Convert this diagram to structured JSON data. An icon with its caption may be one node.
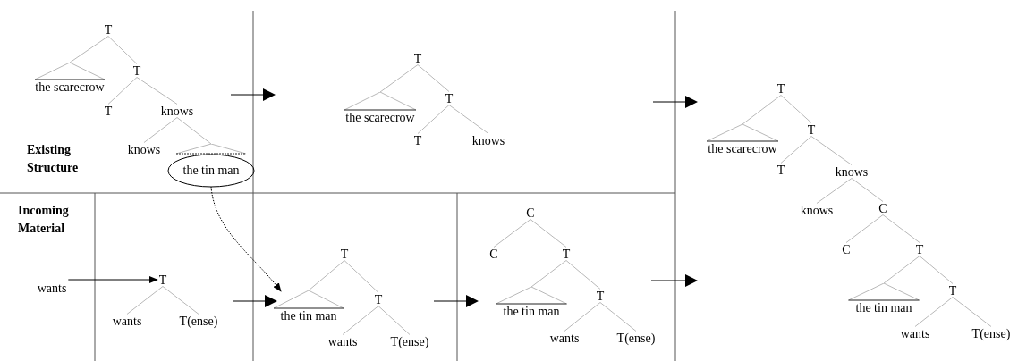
{
  "diagram": {
    "nodes": [
      {
        "text": [
          "T"
        ]
      },
      {
        "text": [
          "the scarecrow"
        ]
      },
      {
        "text": [
          "T"
        ]
      },
      {
        "text": [
          "T"
        ]
      },
      {
        "text": [
          "knows"
        ]
      },
      {
        "text": [
          "knows"
        ]
      },
      {
        "text": [
          "the tin man"
        ]
      },
      {
        "text": [
          "T"
        ]
      },
      {
        "text": [
          "the scarecrow"
        ]
      },
      {
        "text": [
          "T"
        ]
      },
      {
        "text": [
          "T"
        ]
      },
      {
        "text": [
          "knows"
        ]
      },
      {
        "text": [
          "wants"
        ]
      },
      {
        "text": [
          "T"
        ]
      },
      {
        "text": [
          "wants"
        ]
      },
      {
        "text": [
          "T(ense)"
        ]
      },
      {
        "text": [
          "T"
        ]
      },
      {
        "text": [
          "the tin man"
        ]
      },
      {
        "text": [
          "T"
        ]
      },
      {
        "text": [
          "wants"
        ]
      },
      {
        "text": [
          "T(ense)"
        ]
      },
      {
        "text": [
          "C"
        ]
      },
      {
        "text": [
          "C"
        ]
      },
      {
        "text": [
          "T"
        ]
      },
      {
        "text": [
          "the tin man"
        ]
      },
      {
        "text": [
          "T"
        ]
      },
      {
        "text": [
          "wants"
        ]
      },
      {
        "text": [
          "T(ense)"
        ]
      },
      {
        "text": [
          "T"
        ]
      },
      {
        "text": [
          "the scarecrow"
        ]
      },
      {
        "text": [
          "T"
        ]
      },
      {
        "text": [
          "T"
        ]
      },
      {
        "text": [
          "knows"
        ]
      },
      {
        "text": [
          "knows"
        ]
      },
      {
        "text": [
          "C"
        ]
      },
      {
        "text": [
          "C"
        ]
      },
      {
        "text": [
          "T"
        ]
      },
      {
        "text": [
          "the tin man"
        ]
      },
      {
        "text": [
          "T"
        ]
      },
      {
        "text": [
          "wants"
        ]
      },
      {
        "text": [
          "T(ense)"
        ]
      }
    ],
    "edges": [
      {
        "from": 0,
        "to": 1,
        "arrow": "none"
      },
      {
        "from": 0,
        "to": 2,
        "arrow": "none"
      },
      {
        "from": 2,
        "to": 3,
        "arrow": "none"
      },
      {
        "from": 2,
        "to": 4,
        "arrow": "none"
      },
      {
        "from": 4,
        "to": 5,
        "arrow": "none"
      },
      {
        "from": 4,
        "to": 6,
        "arrow": "none"
      },
      {
        "from": 7,
        "to": 8,
        "arrow": "none"
      },
      {
        "from": 7,
        "to": 9,
        "arrow": "none"
      },
      {
        "from": 9,
        "to": 10,
        "arrow": "none"
      },
      {
        "from": 9,
        "to": 11,
        "arrow": "none"
      },
      {
        "from": 13,
        "to": 14,
        "arrow": "none"
      },
      {
        "from": 13,
        "to": 15,
        "arrow": "none"
      },
      {
        "from": 16,
        "to": 17,
        "arrow": "none"
      },
      {
        "from": 16,
        "to": 18,
        "arrow": "none"
      },
      {
        "from": 18,
        "to": 19,
        "arrow": "none"
      },
      {
        "from": 18,
        "to": 20,
        "arrow": "none"
      },
      {
        "from": 21,
        "to": 22,
        "arrow": "none"
      },
      {
        "from": 21,
        "to": 23,
        "arrow": "none"
      },
      {
        "from": 23,
        "to": 24,
        "arrow": "none"
      },
      {
        "from": 23,
        "to": 25,
        "arrow": "none"
      },
      {
        "from": 25,
        "to": 26,
        "arrow": "none"
      },
      {
        "from": 25,
        "to": 27,
        "arrow": "none"
      },
      {
        "from": 28,
        "to": 29,
        "arrow": "none"
      },
      {
        "from": 28,
        "to": 30,
        "arrow": "none"
      },
      {
        "from": 30,
        "to": 31,
        "arrow": "none"
      },
      {
        "from": 30,
        "to": 32,
        "arrow": "none"
      },
      {
        "from": 32,
        "to": 33,
        "arrow": "none"
      },
      {
        "from": 32,
        "to": 34,
        "arrow": "none"
      },
      {
        "from": 34,
        "to": 35,
        "arrow": "none"
      },
      {
        "from": 34,
        "to": 36,
        "arrow": "none"
      },
      {
        "from": 36,
        "to": 37,
        "arrow": "none"
      },
      {
        "from": 36,
        "to": 38,
        "arrow": "none"
      },
      {
        "from": 38,
        "to": 39,
        "arrow": "none"
      },
      {
        "from": 38,
        "to": 40,
        "arrow": "none"
      },
      {
        "from": 6,
        "to": 17,
        "arrow": "to",
        "style": "dashed",
        "color": "#000000"
      },
      {
        "from": 12,
        "to": 13,
        "arrow": "to",
        "color": "#000000"
      }
    ],
    "labels": [
      "Existing Structure",
      "Incoming Material"
    ]
  }
}
